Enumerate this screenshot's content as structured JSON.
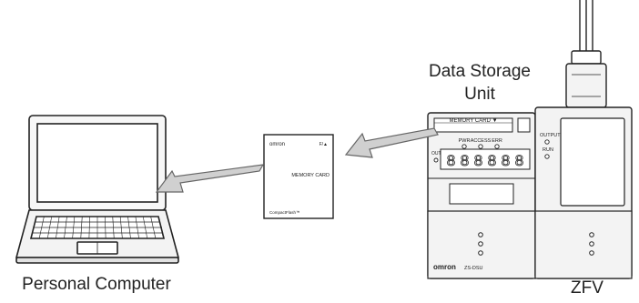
{
  "labels": {
    "personal_computer": "Personal Computer",
    "data_storage_unit": "Data Storage Unit",
    "zfv": "ZFV"
  },
  "memory_card": {
    "brand": "omron",
    "corner_mark": "F/▲",
    "title": "MEMORY CARD",
    "footer": "CompactFlash™"
  },
  "storage_unit": {
    "slot_label": "MEMORY CARD ▼",
    "indicators": [
      "PWR",
      "ACCESS",
      "ERR"
    ],
    "out_label": "OUT",
    "digits": [
      "8",
      "8",
      "8",
      "8",
      "8",
      "8"
    ],
    "brand": "omron",
    "model": "ZS-DSU"
  },
  "zfv_unit": {
    "output_label": "OUTPUT",
    "run_label": "RUN"
  },
  "colors": {
    "outline": "#222222",
    "device_fill": "#f3f3f3",
    "arrow_fill": "#d0d0d0",
    "arrow_stroke": "#666666"
  }
}
